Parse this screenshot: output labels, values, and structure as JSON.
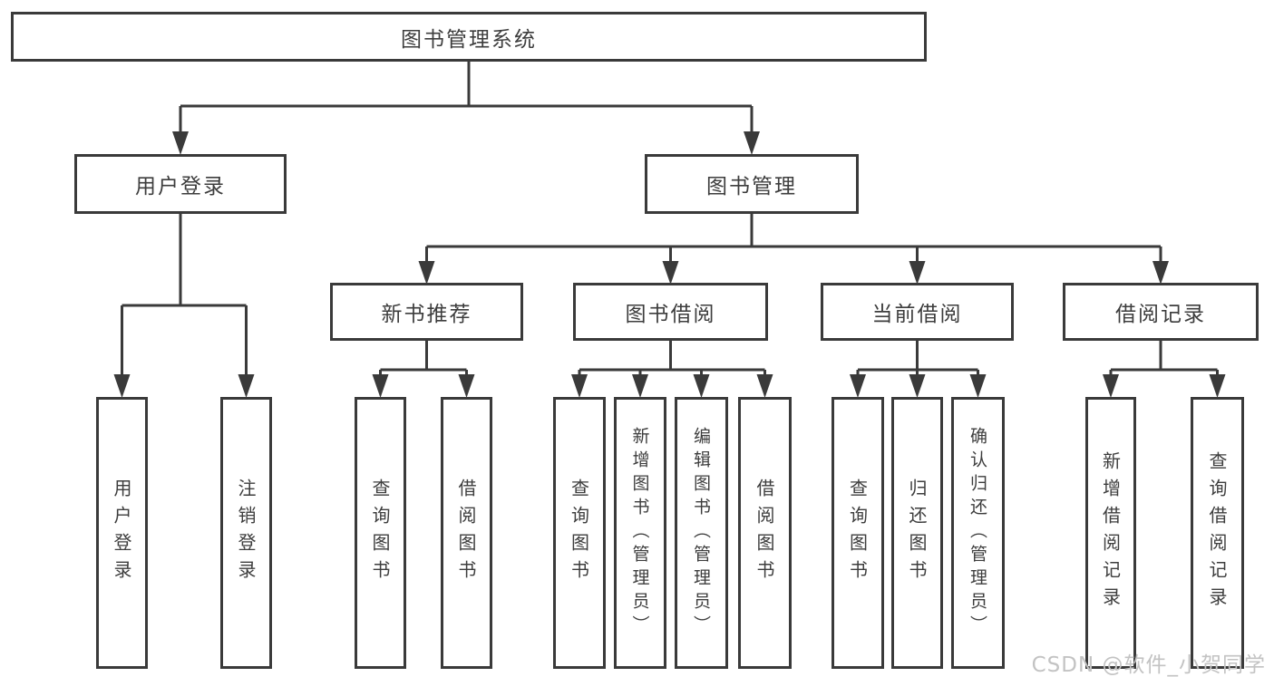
{
  "diagram": {
    "root": {
      "label": "图书管理系统"
    },
    "branches": {
      "user_login": {
        "label": "用户登录",
        "children": [
          "用户登录",
          "注销登录"
        ]
      },
      "book_management": {
        "label": "图书管理",
        "children": {
          "new_book_recommend": {
            "label": "新书推荐",
            "children": [
              "查询图书",
              "借阅图书"
            ]
          },
          "book_borrow": {
            "label": "图书借阅",
            "children": [
              "查询图书",
              "新增图书（管理员）",
              "编辑图书（管理员）",
              "借阅图书"
            ]
          },
          "current_borrow": {
            "label": "当前借阅",
            "children": [
              "查询图书",
              "归还图书",
              "确认归还（管理员）"
            ]
          },
          "borrow_records": {
            "label": "借阅记录",
            "children": [
              "新增借阅记录",
              "查询借阅记录"
            ]
          }
        }
      }
    },
    "colors": {
      "line": "#3a3a3a",
      "text": "#3d3d3d",
      "box_bg": "#ffffff"
    }
  },
  "watermark": {
    "text": "CSDN @软件_小贺同学",
    "color": "#c3c3c3"
  }
}
